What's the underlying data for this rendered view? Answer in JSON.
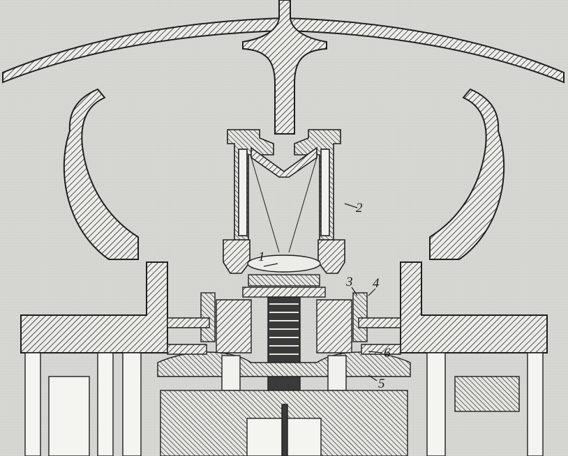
{
  "figure": {
    "callouts": [
      {
        "id": "1",
        "text": "1"
      },
      {
        "id": "2",
        "text": "2"
      },
      {
        "id": "3",
        "text": "3"
      },
      {
        "id": "4",
        "text": "4"
      },
      {
        "id": "5",
        "text": "5"
      },
      {
        "id": "6",
        "text": "6"
      }
    ]
  }
}
